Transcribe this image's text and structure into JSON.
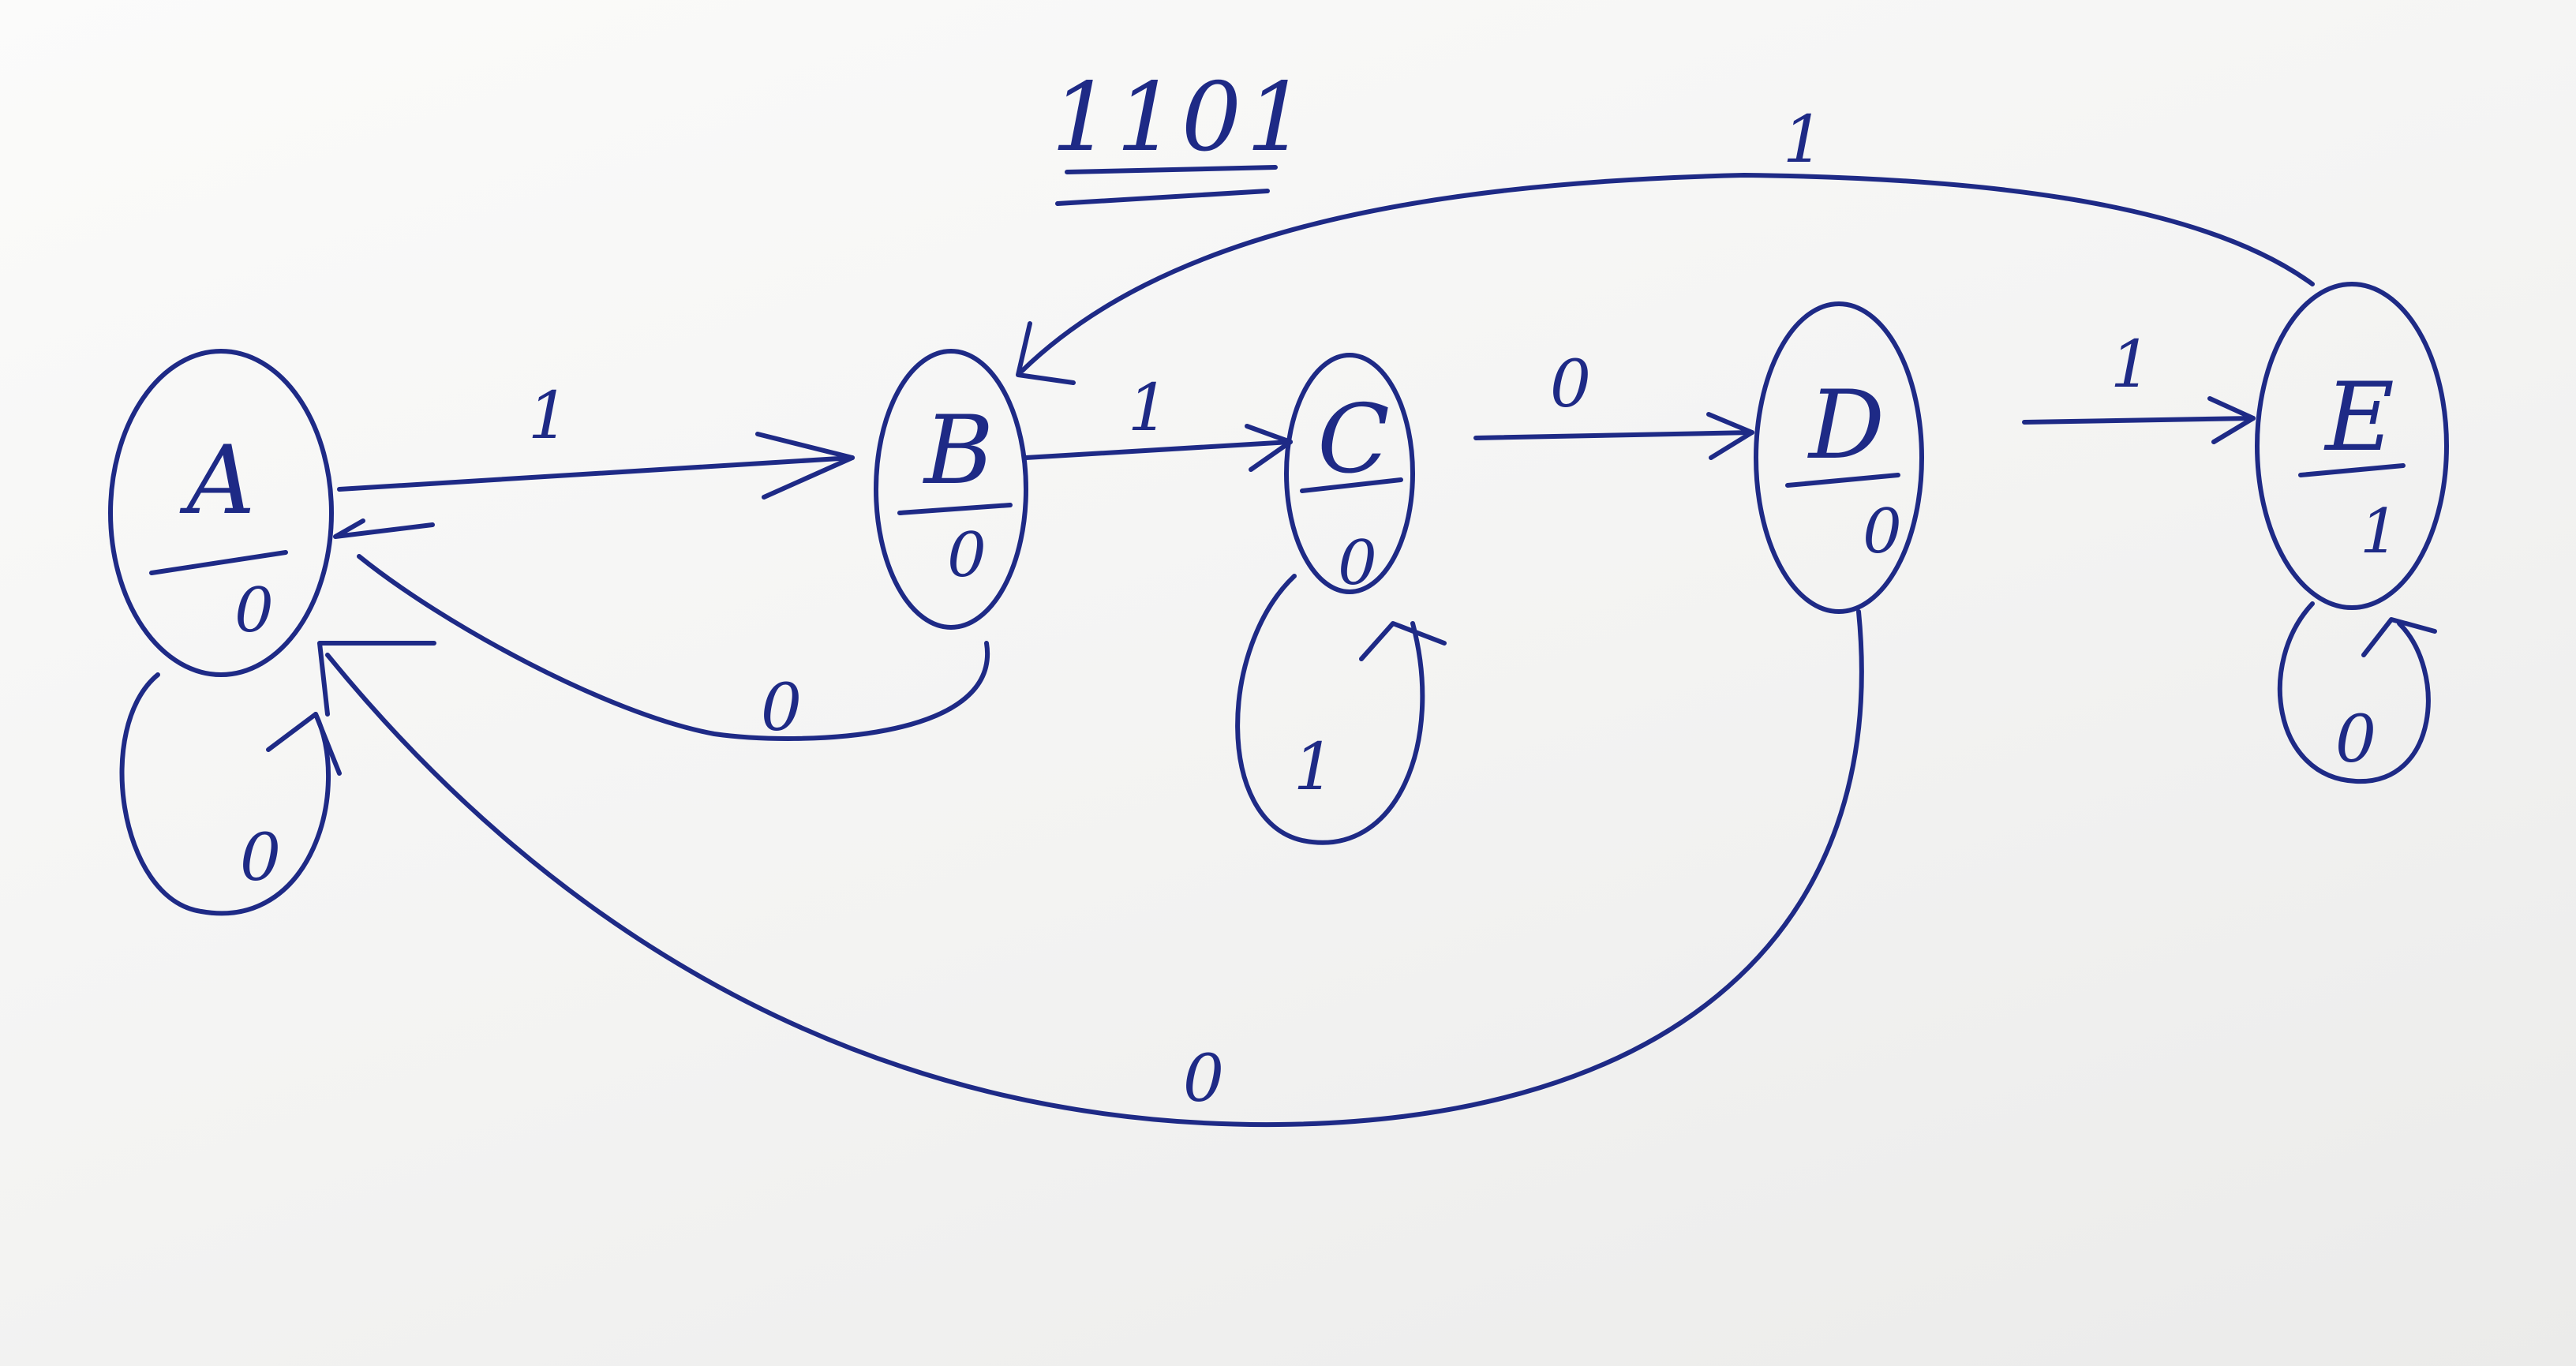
{
  "title": "1101",
  "states": [
    {
      "id": "A",
      "name": "A",
      "output": "0"
    },
    {
      "id": "B",
      "name": "B",
      "output": "0"
    },
    {
      "id": "C",
      "name": "C",
      "output": "0"
    },
    {
      "id": "D",
      "name": "D",
      "output": "0"
    },
    {
      "id": "E",
      "name": "E",
      "output": "1"
    }
  ],
  "transitions": [
    {
      "from": "A",
      "to": "A",
      "input": "0"
    },
    {
      "from": "A",
      "to": "B",
      "input": "1"
    },
    {
      "from": "B",
      "to": "A",
      "input": "0"
    },
    {
      "from": "B",
      "to": "C",
      "input": "1"
    },
    {
      "from": "C",
      "to": "C",
      "input": "1"
    },
    {
      "from": "C",
      "to": "D",
      "input": "0"
    },
    {
      "from": "D",
      "to": "E",
      "input": "1"
    },
    {
      "from": "D",
      "to": "A",
      "input": "0"
    },
    {
      "from": "E",
      "to": "B",
      "input": "1"
    },
    {
      "from": "E",
      "to": "E",
      "input": "0"
    }
  ],
  "colors": {
    "ink": "#1e2a86",
    "paper": "#f6f6f5"
  }
}
